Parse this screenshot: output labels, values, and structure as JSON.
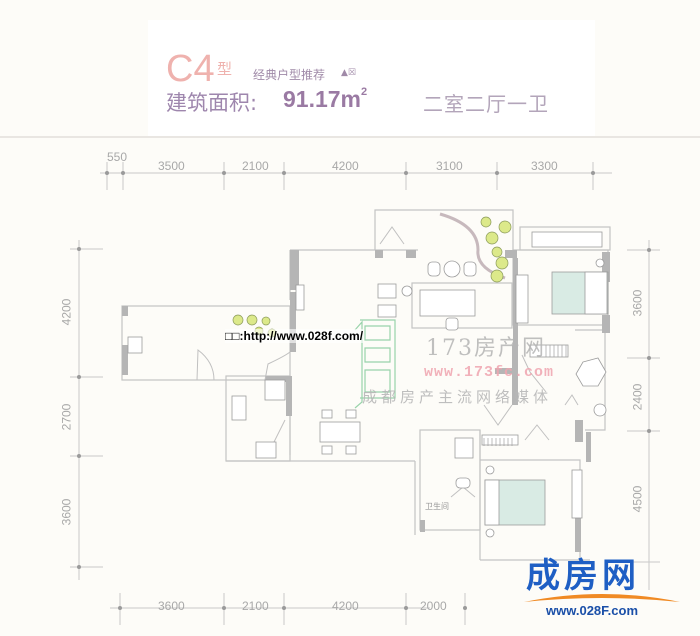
{
  "header": {
    "plan_type": "C4",
    "plan_type_suffix": "型",
    "tagline": "经典户型推荐",
    "tag_icons": "▲☒",
    "area_label": "建筑面积:",
    "area_value": "91.17m",
    "area_unit_exp": "2",
    "layout_desc": "二室二厅一卫"
  },
  "dimensions": {
    "top": [
      "550",
      "3500",
      "2100",
      "4200",
      "3100",
      "3300"
    ],
    "bottom": [
      "3600",
      "2100",
      "4200",
      "2000"
    ],
    "left": [
      "4200",
      "2700",
      "3600"
    ],
    "right": [
      "3600",
      "2400",
      "4500"
    ]
  },
  "rooms": {
    "bathroom_label": "卫生间"
  },
  "watermarks": {
    "url": "□□:http://www.028f.com/",
    "site_173": "173房产网",
    "site_173_url": "www.173fc.com",
    "site_173_tagline": "成都房产主流网络媒体"
  },
  "brand": {
    "name": "成房网",
    "url": "www.028F.com",
    "primary_color": "#1f5fc4",
    "arc_color": "#f08a24"
  },
  "colors": {
    "plan_type": "#efb2ae",
    "area_text": "#9a7aa3",
    "wall": "#b8b8b8",
    "line": "#c8c8c8"
  }
}
